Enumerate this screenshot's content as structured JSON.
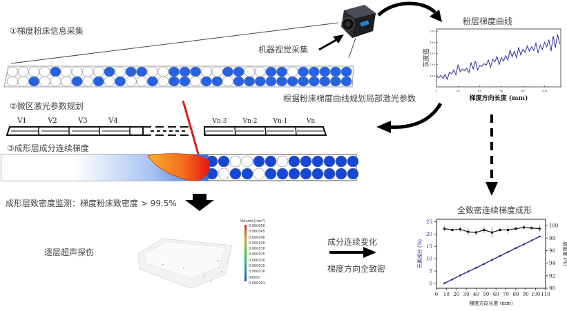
{
  "steps": {
    "step1": "①梯度粉床信息采集",
    "step2": "②微区激光参数规划",
    "step3": "③成形层成分连续梯度"
  },
  "labels": {
    "machine_vision": "机器视觉采集",
    "plan_laser": "根据粉床梯度曲线规划局部激光参数",
    "density_monitor": "成形层致密度监测：梯度粉床致密度 > 99.5%",
    "ultrasonic": "逐层超声探伤",
    "composition_change": "成分连续变化",
    "full_density_direction": "梯度方向全致密"
  },
  "powder_bed": {
    "top_row": [
      0,
      0,
      0,
      0,
      1,
      0,
      0,
      0,
      0,
      1,
      0,
      1,
      1,
      0,
      0,
      1,
      1,
      1,
      0,
      0,
      1,
      1,
      0,
      0,
      1,
      1,
      0,
      1,
      1,
      1,
      1,
      1
    ],
    "bottom_row": [
      0,
      0,
      1,
      0,
      0,
      0,
      1,
      0,
      1,
      0,
      1,
      0,
      0,
      1,
      0,
      1,
      1,
      0,
      1,
      1,
      0,
      1,
      1,
      1,
      1,
      1,
      1,
      1,
      1,
      1,
      1,
      1
    ],
    "colors": {
      "filled": "#2563e6",
      "empty": "#ffffff"
    }
  },
  "laser_segments": {
    "left": [
      "V1",
      "V2",
      "V3",
      "V4"
    ],
    "right": [
      "Vn-3",
      "Vn-2",
      "Vn-1",
      "Vn"
    ]
  },
  "formed_layer": {
    "top_row": [
      1,
      1,
      0,
      0,
      1,
      1,
      0,
      1,
      1,
      1,
      1,
      1,
      1
    ],
    "bottom_row": [
      1,
      0,
      1,
      1,
      0,
      1,
      1,
      1,
      1,
      1,
      1,
      1,
      1
    ]
  },
  "ct_scan": {
    "legend_title": "Volume [mm³]",
    "legend_ticks": [
      "0.000050",
      "0.000045",
      "0.000040",
      "0.000035",
      "0.000030",
      "0.000025",
      "0.000020",
      "0.000015",
      "0.000010",
      "00005",
      "0.000001"
    ]
  },
  "chart_data": [
    {
      "type": "line",
      "title": "粉层梯度曲线",
      "xlabel": "梯度方向长度 (mm)",
      "ylabel": "灰度值",
      "xlim": [
        0,
        115
      ],
      "xticks": [
        "0",
        "20",
        "40",
        "60",
        "80",
        "100"
      ],
      "ylim": [
        80,
        210
      ],
      "yticks": [
        "205",
        "180",
        "155",
        "130",
        "105"
      ],
      "grid": false,
      "series": [
        {
          "name": "gray",
          "color": "#2a2aa0",
          "x": [
            0,
            2,
            4,
            6,
            8,
            10,
            12,
            14,
            16,
            18,
            20,
            22,
            24,
            26,
            28,
            30,
            32,
            34,
            36,
            38,
            40,
            42,
            44,
            46,
            48,
            50,
            52,
            54,
            56,
            58,
            60,
            62,
            64,
            66,
            68,
            70,
            72,
            74,
            76,
            78,
            80,
            82,
            84,
            86,
            88,
            90,
            92,
            94,
            96,
            98,
            100,
            102,
            104,
            106,
            108,
            110,
            112,
            114
          ],
          "y": [
            104,
            100,
            106,
            99,
            108,
            97,
            113,
            109,
            118,
            107,
            130,
            114,
            120,
            116,
            122,
            112,
            134,
            120,
            138,
            118,
            128,
            126,
            132,
            129,
            140,
            124,
            142,
            136,
            148,
            130,
            146,
            138,
            150,
            140,
            162,
            148,
            160,
            146,
            168,
            152,
            164,
            158,
            172,
            160,
            170,
            162,
            178,
            156,
            174,
            164,
            180,
            170,
            186,
            160,
            194,
            168,
            198,
            176
          ]
        }
      ]
    },
    {
      "type": "line",
      "title": "全致密连续梯度成形",
      "xlabel": "梯度方向长度 (mm)",
      "ylabel_left": "元素成分 (%)",
      "ylabel_right": "致密度 (%)",
      "xlim": [
        0,
        110
      ],
      "xticks": [
        "0",
        "10",
        "20",
        "30",
        "40",
        "50",
        "60",
        "70",
        "80",
        "90",
        "100",
        "110"
      ],
      "ylim_left": [
        -2,
        26
      ],
      "yticks_left": [
        "0",
        "5",
        "10",
        "15",
        "20",
        "25"
      ],
      "ylim_right": [
        90,
        101
      ],
      "yticks_right": [
        "90",
        "92",
        "94",
        "96",
        "98",
        "100"
      ],
      "grid": false,
      "series": [
        {
          "name": "元素成分",
          "axis": "left",
          "color": "#23239a",
          "x": [
            8,
            16,
            24,
            32,
            40,
            48,
            56,
            64,
            72,
            80,
            88,
            96,
            104
          ],
          "y": [
            0,
            1.6,
            3.2,
            4.8,
            6.3,
            7.9,
            9.5,
            11.1,
            12.7,
            14.3,
            15.8,
            17.4,
            19.0
          ]
        },
        {
          "name": "致密度",
          "axis": "right",
          "color": "#111111",
          "x": [
            8,
            16,
            24,
            32,
            40,
            48,
            56,
            64,
            72,
            80,
            88,
            96,
            104
          ],
          "y": [
            99.5,
            99.3,
            99.4,
            99.0,
            98.9,
            99.3,
            98.9,
            99.3,
            99.3,
            99.5,
            99.7,
            99.6,
            99.5
          ],
          "err": [
            0.4,
            0.3,
            0.4,
            0.6,
            0.4,
            0.5,
            0.9,
            0.4,
            0.7,
            0.3,
            0.3,
            0.3,
            0.6
          ]
        }
      ]
    }
  ]
}
